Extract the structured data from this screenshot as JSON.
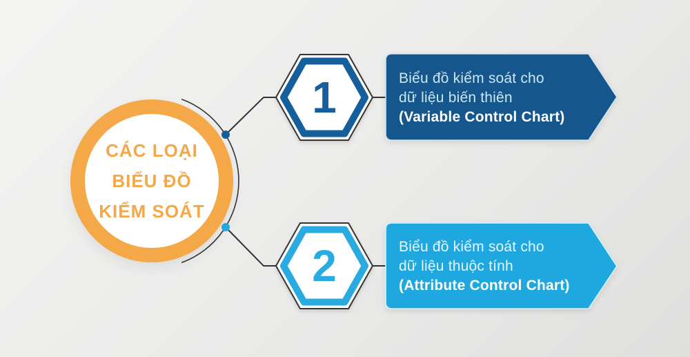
{
  "title_circle": {
    "lines": [
      "CÁC LOẠI",
      "BIỂU ĐỒ",
      "KIỂM SOÁT"
    ]
  },
  "items": [
    {
      "number": "1",
      "line1": "Biểu đồ kiểm soát cho",
      "line2": "dữ liệu biến thiên",
      "line3": "(Variable Control Chart)"
    },
    {
      "number": "2",
      "line1": "Biểu đồ kiểm soát cho",
      "line2": "dữ liệu thuộc tính",
      "line3": "(Attribute Control Chart)"
    }
  ],
  "colors": {
    "orange": "#F5A847",
    "dark_blue": "#15609C",
    "dark_blue_banner": "#15568C",
    "light_blue": "#29ABE2",
    "light_blue_banner": "#1FA7E0",
    "connector_line": "#333333",
    "text_regular_on_dark_banner": "#CDE6F3",
    "text_regular_on_light_banner": "#E8F6FC",
    "text_bold_on_banner": "#FFFFFF",
    "background": "#EBEBEA"
  }
}
